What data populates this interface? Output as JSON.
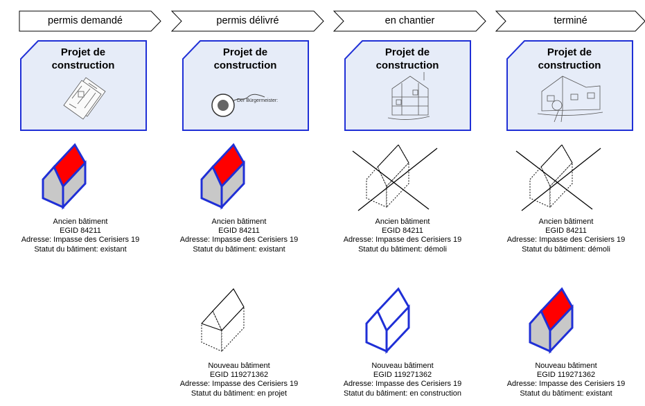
{
  "phases": [
    {
      "label": "permis demandé"
    },
    {
      "label": "permis délivré"
    },
    {
      "label": "en chantier"
    },
    {
      "label": "terminé"
    }
  ],
  "card": {
    "title_line1": "Projet de",
    "title_line2": "construction"
  },
  "seal_text": "Der Bürgermeister:",
  "old_buildings": [
    {
      "name": "Ancien bâtiment",
      "egid": "EGID 84211",
      "address": "Adresse: Impasse des Cerisiers 19",
      "status": "Statut du bâtiment: existant"
    },
    {
      "name": "Ancien bâtiment",
      "egid": "EGID 84211",
      "address": "Adresse: Impasse des Cerisiers 19",
      "status": "Statut du bâtiment: existant"
    },
    {
      "name": "Ancien bâtiment",
      "egid": "EGID 84211",
      "address": "Adresse: Impasse des Cerisiers 19",
      "status": "Statut du bâtiment: démoli"
    },
    {
      "name": "Ancien bâtiment",
      "egid": "EGID 84211",
      "address": "Adresse: Impasse des Cerisiers 19",
      "status": "Statut du bâtiment: démoli"
    }
  ],
  "new_buildings": [
    {
      "name": "Nouveau bâtiment",
      "egid": "EGID 119271362",
      "address": "Adresse: Impasse des Cerisiers 19",
      "status": "Statut du bâtiment: en projet"
    },
    {
      "name": "Nouveau bâtiment",
      "egid": "EGID 119271362",
      "address": "Adresse: Impasse des Cerisiers 19",
      "status": "Statut du bâtiment: en construction"
    },
    {
      "name": "Nouveau bâtiment",
      "egid": "EGID 119271362",
      "address": "Adresse: Impasse des Cerisiers 19",
      "status": "Statut du bâtiment: existant"
    }
  ],
  "colors": {
    "card_fill": "#e6ecf8",
    "card_border": "#1f2fd6",
    "roof": "#ff0000",
    "wall": "#c8c8c8",
    "edge": "#1f2fd6"
  }
}
